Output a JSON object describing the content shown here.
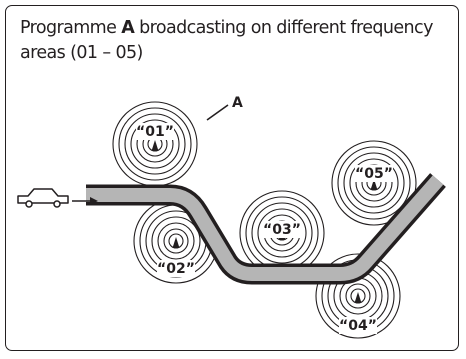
{
  "caption": {
    "prefix": "Programme ",
    "bold": "A",
    "suffix": " broadcasting on different frequency areas (01 – 05)"
  },
  "callout_label": "A",
  "areas": [
    {
      "label": "“01”"
    },
    {
      "label": "“02”"
    },
    {
      "label": "“03”"
    },
    {
      "label": "“04”"
    },
    {
      "label": "“05”"
    }
  ],
  "colors": {
    "ink": "#231f20",
    "road": "#b5b5b5"
  },
  "icons": [
    "car-icon",
    "arrow-right-icon",
    "antenna-icon"
  ]
}
